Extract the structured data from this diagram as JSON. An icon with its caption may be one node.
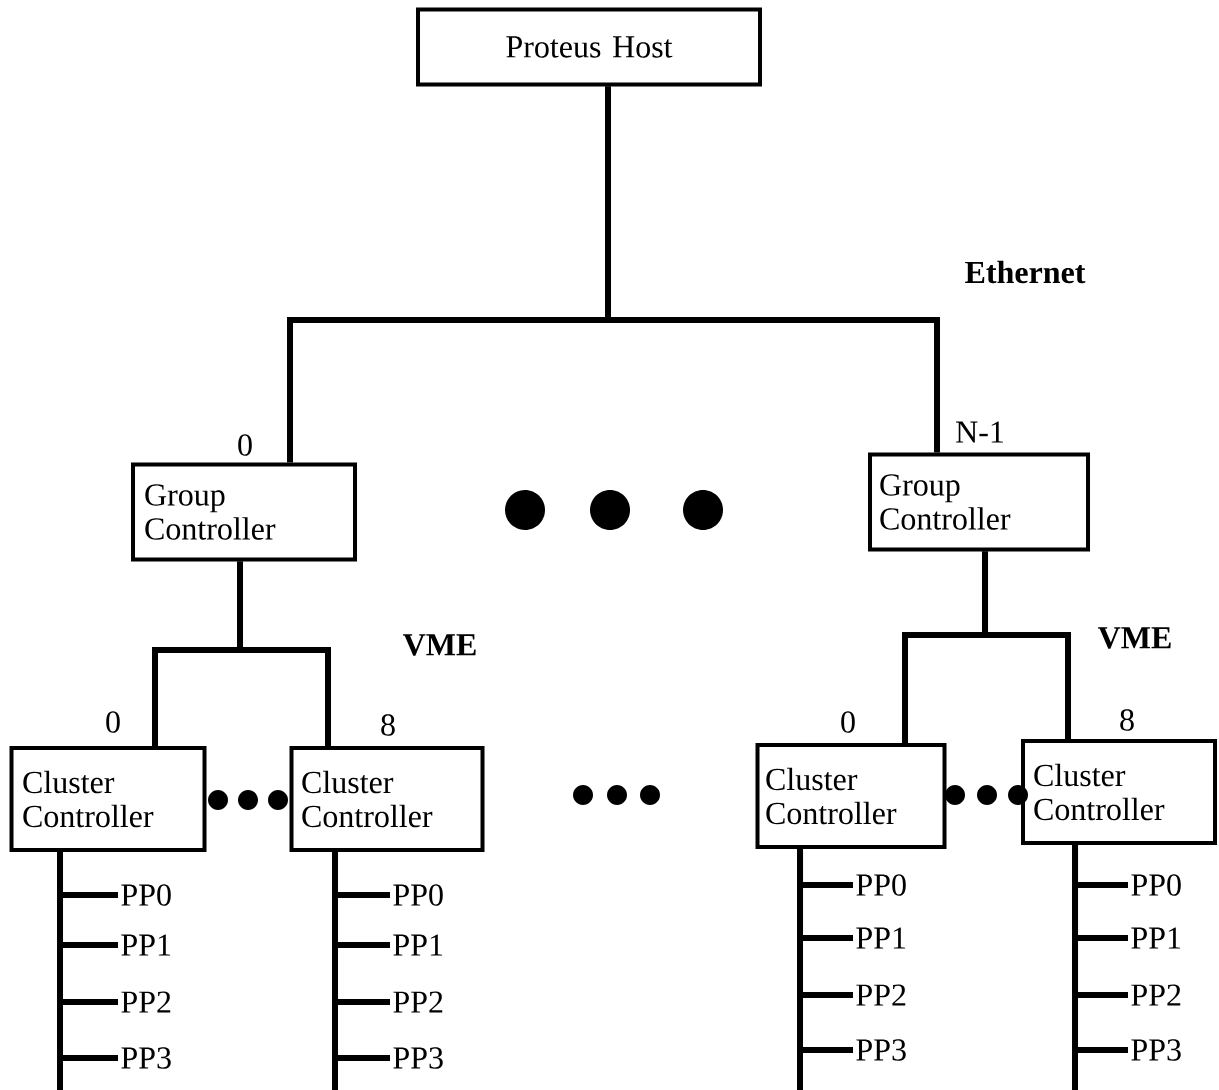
{
  "diagram": {
    "nodes": [
      {
        "text": [
          "Proteus Host"
        ]
      },
      {
        "text": [
          "Group Controller"
        ],
        "beside": [
          "0"
        ]
      },
      {
        "text": [
          "Group Controller"
        ],
        "beside": [
          "N-1"
        ]
      },
      {
        "text": [
          "Cluster Controller"
        ],
        "beside": [
          "0"
        ]
      },
      {
        "text": [
          "Cluster Controller"
        ],
        "beside": [
          "8"
        ]
      },
      {
        "text": [
          "Cluster Controller"
        ],
        "beside": [
          "0"
        ]
      },
      {
        "text": [
          "Cluster Controller"
        ],
        "beside": [
          "8"
        ]
      },
      {
        "text": [
          "PP0"
        ]
      },
      {
        "text": [
          "PP1"
        ]
      },
      {
        "text": [
          "PP2"
        ]
      },
      {
        "text": [
          "PP3"
        ]
      },
      {
        "text": [
          "PP0"
        ]
      },
      {
        "text": [
          "PP1"
        ]
      },
      {
        "text": [
          "PP2"
        ]
      },
      {
        "text": [
          "PP3"
        ]
      },
      {
        "text": [
          "PP0"
        ]
      },
      {
        "text": [
          "PP1"
        ]
      },
      {
        "text": [
          "PP2"
        ]
      },
      {
        "text": [
          "PP3"
        ]
      },
      {
        "text": [
          "PP0"
        ]
      },
      {
        "text": [
          "PP1"
        ]
      },
      {
        "text": [
          "PP2"
        ]
      },
      {
        "text": [
          "PP3"
        ]
      }
    ],
    "edges": [
      {
        "from": 0,
        "to": 1,
        "arrow": "none"
      },
      {
        "from": 0,
        "to": 2,
        "arrow": "none"
      },
      {
        "from": 1,
        "to": 3,
        "arrow": "none"
      },
      {
        "from": 1,
        "to": 4,
        "arrow": "none"
      },
      {
        "from": 2,
        "to": 5,
        "arrow": "none"
      },
      {
        "from": 2,
        "to": 6,
        "arrow": "none"
      },
      {
        "from": 3,
        "to": 7,
        "arrow": "none"
      },
      {
        "from": 3,
        "to": 8,
        "arrow": "none"
      },
      {
        "from": 3,
        "to": 9,
        "arrow": "none"
      },
      {
        "from": 3,
        "to": 10,
        "arrow": "none"
      },
      {
        "from": 4,
        "to": 11,
        "arrow": "none"
      },
      {
        "from": 4,
        "to": 12,
        "arrow": "none"
      },
      {
        "from": 4,
        "to": 13,
        "arrow": "none"
      },
      {
        "from": 4,
        "to": 14,
        "arrow": "none"
      },
      {
        "from": 5,
        "to": 15,
        "arrow": "none"
      },
      {
        "from": 5,
        "to": 16,
        "arrow": "none"
      },
      {
        "from": 5,
        "to": 17,
        "arrow": "none"
      },
      {
        "from": 5,
        "to": 18,
        "arrow": "none"
      },
      {
        "from": 6,
        "to": 19,
        "arrow": "none"
      },
      {
        "from": 6,
        "to": 20,
        "arrow": "none"
      },
      {
        "from": 6,
        "to": 21,
        "arrow": "none"
      },
      {
        "from": 6,
        "to": 22,
        "arrow": "none"
      }
    ],
    "labels": [
      "Ethernet",
      "VME",
      "VME"
    ]
  }
}
